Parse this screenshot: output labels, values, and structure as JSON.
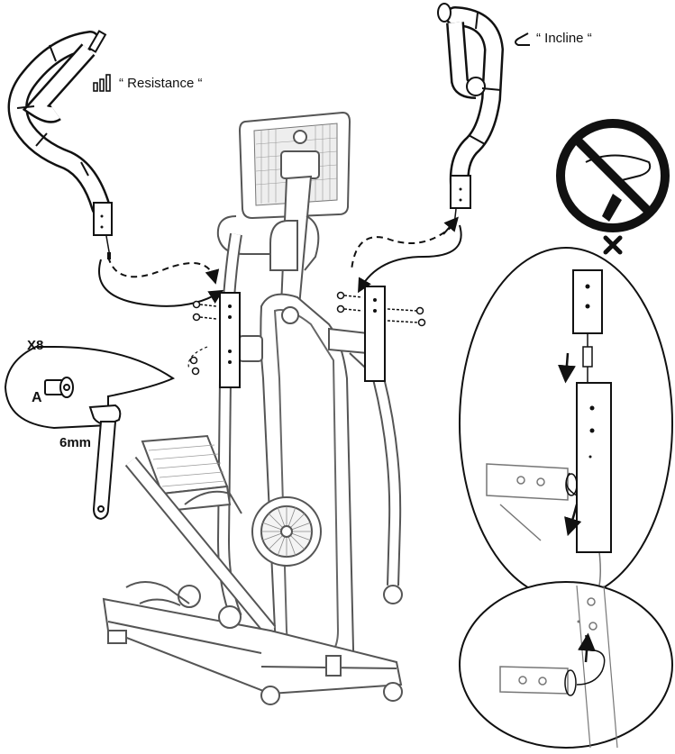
{
  "labels": {
    "resistance": "“ Resistance “",
    "incline": "“ Incline “",
    "quantity": "X8",
    "part": "A",
    "tool_size": "6mm"
  },
  "icons": {
    "resistance": "resistance-bars-icon",
    "incline": "incline-hook-icon",
    "prohibited": "no-symbol-icon",
    "wrong": "x-mark-icon"
  },
  "colors": {
    "line": "#111111",
    "machine": "#444444",
    "prohibited": "#111111"
  }
}
